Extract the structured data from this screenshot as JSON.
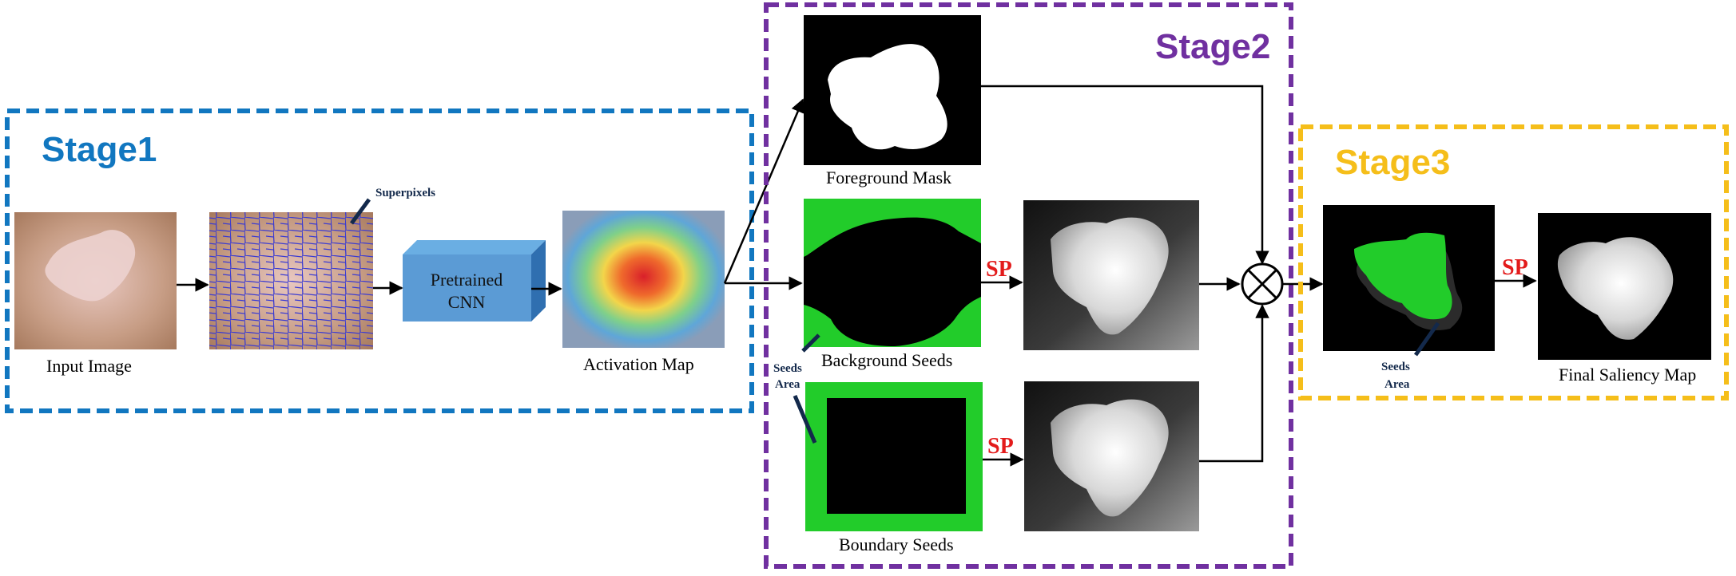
{
  "stages": {
    "stage1": {
      "title": "Stage1",
      "color": "#1177c0"
    },
    "stage2": {
      "title": "Stage2",
      "color": "#7030a0"
    },
    "stage3": {
      "title": "Stage3",
      "color": "#f5be1a"
    }
  },
  "captions": {
    "input_image": "Input Image",
    "activation_map": "Activation Map",
    "foreground_mask": "Foreground Mask",
    "background_seeds": "Background Seeds",
    "boundary_seeds": "Boundary Seeds",
    "final_saliency_map": "Final Saliency Map"
  },
  "callouts": {
    "superpixels": "Superpixels",
    "seeds_area_stage2": [
      "Seeds",
      "Area"
    ],
    "seeds_area_stage3": [
      "Seeds",
      "Area"
    ]
  },
  "cnn": {
    "line1": "Pretrained",
    "line2": "CNN"
  },
  "sp_labels": [
    "SP",
    "SP",
    "SP"
  ],
  "colors": {
    "seed_green": "#22cc2a",
    "callout_line": "#13294b",
    "sp_red": "#e31b1b",
    "cnn_face": "#5b9bd5"
  }
}
